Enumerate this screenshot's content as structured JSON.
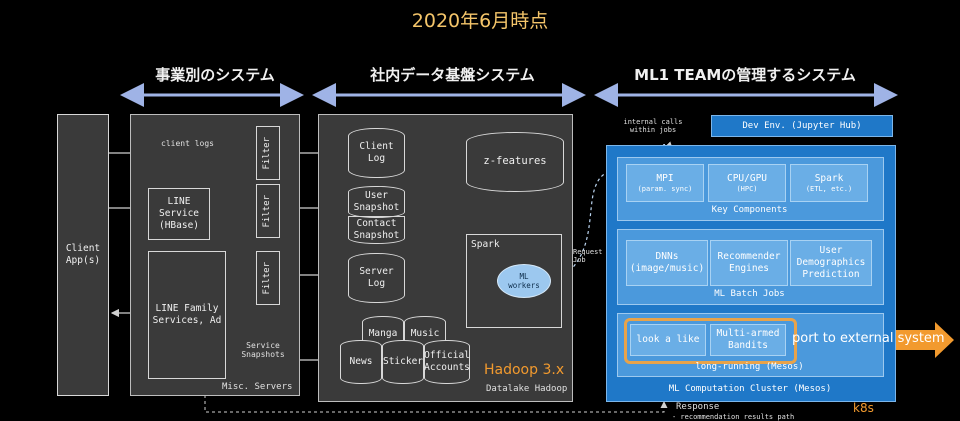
{
  "title": "2020年6月時点",
  "headers": {
    "business": "事業別のシステム",
    "platform": "社内データ基盤システム",
    "ml": "ML1 TEAMの管理するシステム"
  },
  "client": {
    "label": "Client\nApp(s)"
  },
  "misc": {
    "footer": "Misc. Servers",
    "client_logs": "client logs",
    "line_service": "LINE\nService\n(HBase)",
    "line_family": "LINE Family\nServices, Ad",
    "service_snapshots": "Service\nSnapshots",
    "filter": "Filter"
  },
  "datalake": {
    "client_log": "Client\nLog",
    "user_snapshot": "User\nSnapshot",
    "contact_snapshot": "Contact\nSnapshot",
    "server_log": "Server\nLog",
    "manga": "Manga",
    "music": "Music",
    "news": "News",
    "sticker": "Sticker",
    "official": "Official\nAccounts",
    "zfeatures": "z-features",
    "spark": "Spark",
    "ml_workers": "ML\nworkers",
    "footer": "Datalake Hadoop",
    "annotation": "Hadoop 3.x"
  },
  "ml": {
    "internal_calls": "internal calls\nwithin jobs",
    "dev_env": "Dev Env. (Jupyter Hub)",
    "request_job": "Request\nJob",
    "key_components": {
      "label": "Key Components",
      "items": [
        {
          "name": "MPI",
          "sub": "(param. sync)"
        },
        {
          "name": "CPU/GPU",
          "sub": "(HPC)"
        },
        {
          "name": "Spark",
          "sub": "(ETL, etc.)"
        }
      ]
    },
    "batch_jobs": {
      "label": "ML Batch Jobs",
      "items": [
        "DNNs\n(image/music)",
        "Recommender\nEngines",
        "User\nDemographics\nPrediction"
      ]
    },
    "long_running": {
      "label": "long-running (Mesos)",
      "items": [
        "look a like",
        "Multi-armed\nBandits"
      ]
    },
    "cluster_label": "ML Computation Cluster (Mesos)",
    "k8s": "k8s",
    "port_external": "port to external system",
    "response": "Response",
    "response_detail": "- recommendation results path"
  },
  "colors": {
    "accent": "#f29a2e",
    "ml_blue": "#1f78c8",
    "arrow_blue": "#9fb3e6",
    "title": "#f4c56a"
  }
}
